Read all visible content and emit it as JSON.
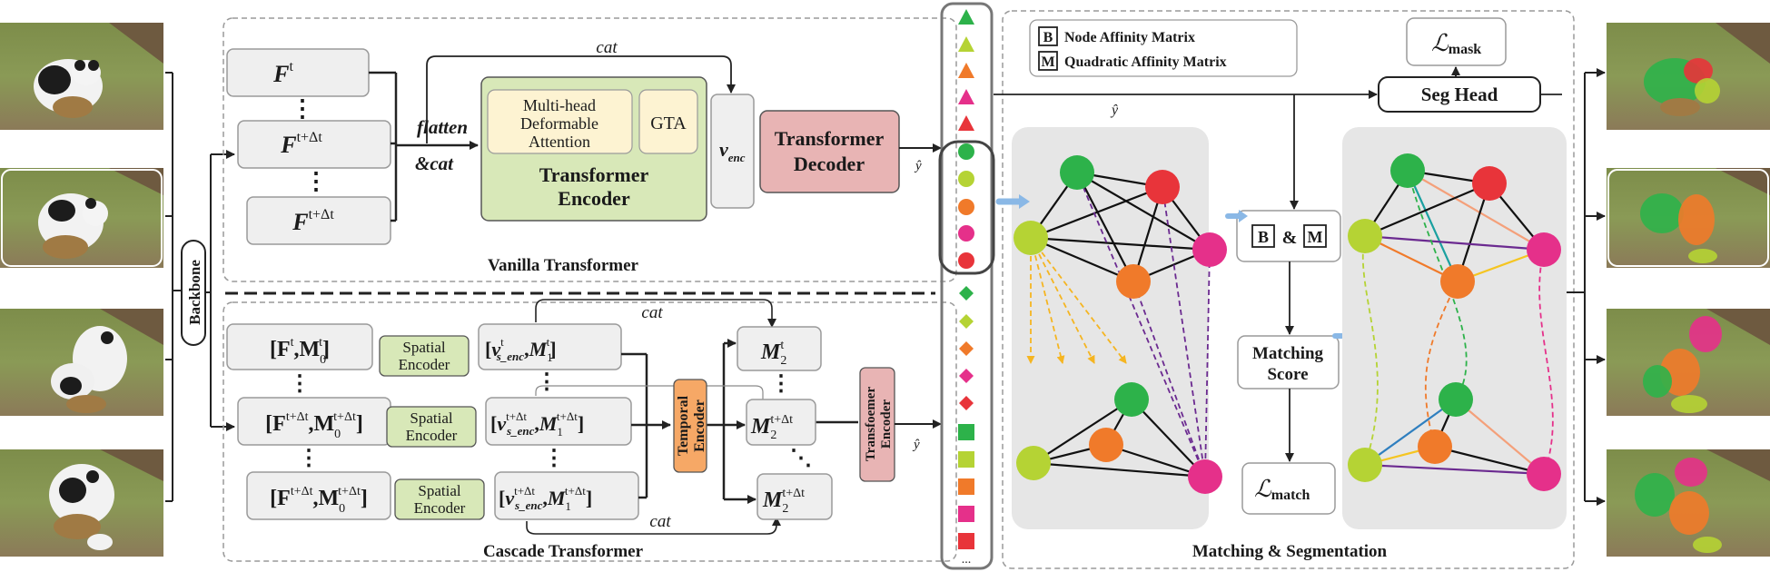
{
  "sections": {
    "vanilla": "Vanilla Transformer",
    "cascade": "Cascade Transformer",
    "matching": "Matching & Segmentation"
  },
  "backbone": "Backbone",
  "vanilla": {
    "features": [
      {
        "base": "F",
        "sup": "t"
      },
      {
        "base": "F",
        "sup": "t+Δt"
      },
      {
        "base": "F",
        "sup": "t+Δt"
      }
    ],
    "flatten_line1": "flatten",
    "flatten_line2": "&cat",
    "cat": "cat",
    "encoder_title_1": "Transformer",
    "encoder_title_2": "Encoder",
    "mhda": [
      "Multi-head",
      "Deformable",
      "Attention"
    ],
    "gta": "GTA",
    "venc_base": "v",
    "venc_sub": "enc",
    "decoder_1": "Transformer",
    "decoder_2": "Decoder",
    "yhat": "ŷ"
  },
  "cascade": {
    "inputs": [
      {
        "text": "[F",
        "sup": "t",
        "sep": ",M",
        "sub": "0",
        "sup2": "t",
        "end": "]"
      },
      {
        "text": "[F",
        "sup": "t+Δt",
        "sep": ",M",
        "sub": "0",
        "sup2": "t+Δt",
        "end": "]"
      },
      {
        "text": "[F",
        "sup": "t+Δt",
        "sep": ",M",
        "sub": "0",
        "sup2": "t+Δt",
        "end": "]"
      }
    ],
    "spatial_1": "Spatial",
    "spatial_2": "Encoder",
    "mid": [
      {
        "sup": "t",
        "m_sup": "t"
      },
      {
        "sup": "t+Δt",
        "m_sup": "t+Δt"
      },
      {
        "sup": "t+Δt",
        "m_sup": "t+Δt"
      }
    ],
    "v_sub": "s_enc",
    "m1_sub": "1",
    "temporal_1": "Temporal",
    "temporal_2": "Encoder",
    "out": [
      {
        "sup": "t"
      },
      {
        "sup": "t+Δt"
      },
      {
        "sup": "t+Δt"
      }
    ],
    "m2_sub": "2",
    "transfoemer_1": "Transfoemer",
    "transfoemer_2": "Encoder",
    "cat": "cat",
    "yhat": "ŷ"
  },
  "legend": {
    "b_letter": "B",
    "b_text": "Node Affinity Matrix",
    "m_letter": "M",
    "q_text": "Quadratic Affinity Matrix"
  },
  "matching": {
    "loss_mask_main": "ℒ",
    "loss_mask_sub": "mask",
    "seg_head": "Seg Head",
    "bm_b": "B",
    "bm_amp": "&",
    "bm_m": "M",
    "score_1": "Matching",
    "score_2": "Score",
    "loss_match_main": "ℒ",
    "loss_match_sub": "match",
    "yhat": "ŷ"
  },
  "token_column_ellipsis": "...",
  "colors": {
    "green": "#2db24a",
    "lime": "#b5d334",
    "orange": "#f07a2a",
    "pink": "#e5308a",
    "red": "#e8343a",
    "encoder_green": "#d8e8b8",
    "decoder_red": "#e8b4b4",
    "attention_yellow": "#fdf3d2",
    "temporal_orange": "#f6a866"
  }
}
